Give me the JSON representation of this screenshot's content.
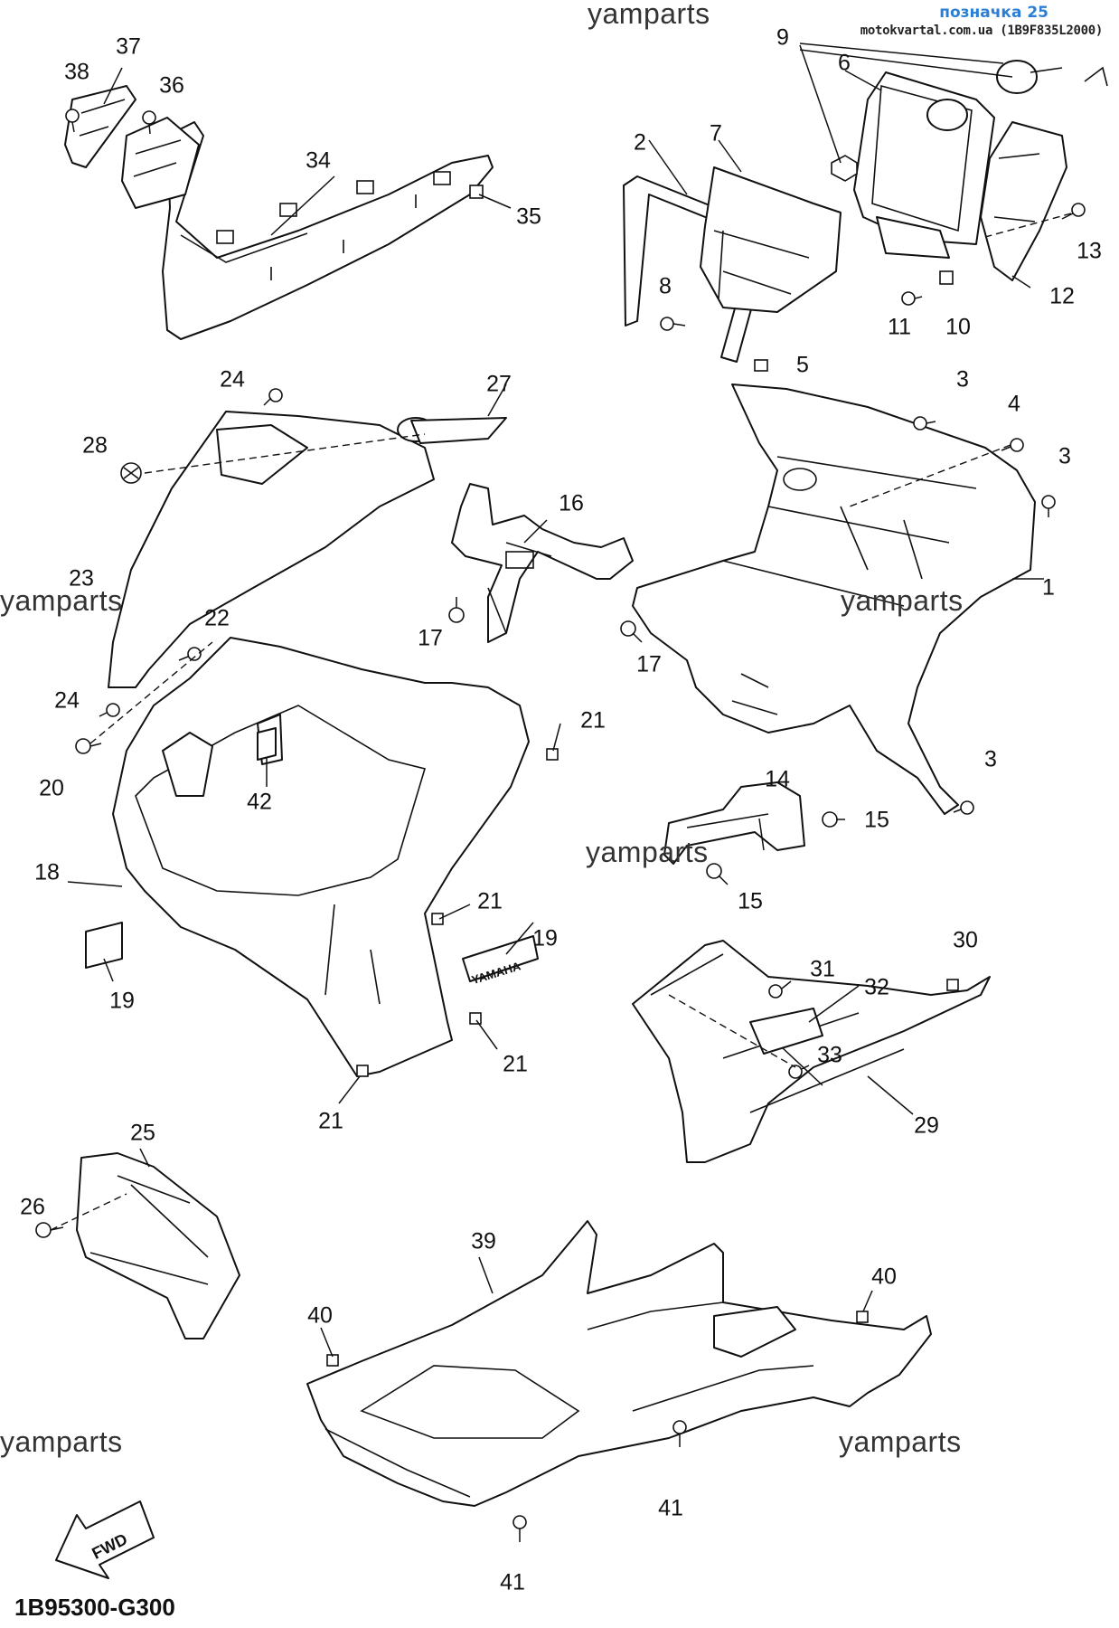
{
  "header": {
    "title": "позначка 25",
    "subtitle": "motokvartal.com.ua (1B9F835L2000)"
  },
  "diagram_code": "1B95300-G300",
  "fwd_arrow": {
    "label": "FWD"
  },
  "emblem_text": "YAMAHA",
  "watermarks": [
    "yamparts",
    "yamparts",
    "yamparts",
    "yamparts",
    "yamparts",
    "yamparts"
  ],
  "callouts": [
    "1",
    "2",
    "3",
    "3",
    "3",
    "3",
    "4",
    "5",
    "6",
    "7",
    "8",
    "9",
    "10",
    "11",
    "12",
    "13",
    "14",
    "15",
    "15",
    "16",
    "17",
    "17",
    "18",
    "19",
    "19",
    "20",
    "21",
    "21",
    "21",
    "21",
    "21",
    "22",
    "23",
    "24",
    "24",
    "25",
    "26",
    "27",
    "28",
    "29",
    "30",
    "31",
    "32",
    "33",
    "34",
    "35",
    "36",
    "37",
    "38",
    "39",
    "40",
    "40",
    "41",
    "41",
    "42"
  ]
}
